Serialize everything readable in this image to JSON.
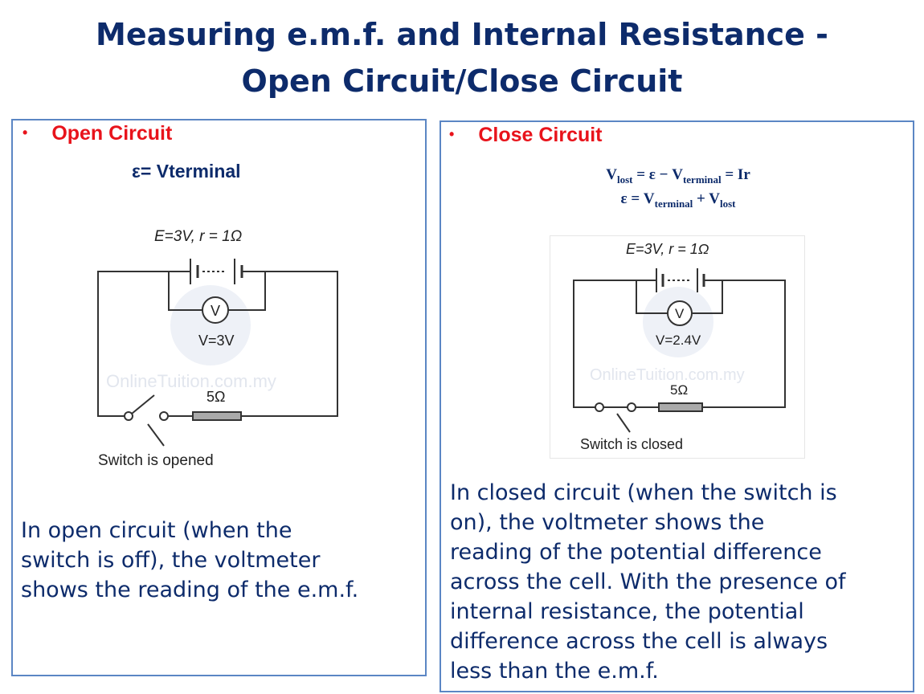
{
  "title": {
    "line1": "Measuring e.m.f. and Internal Resistance -",
    "line2": "Open Circuit/Close Circuit"
  },
  "left": {
    "bullet_symbol": "•",
    "heading": "Open Circuit",
    "formula": "ε= Vterminal",
    "circuit": {
      "source_label": "E=3V, r = 1Ω",
      "voltmeter_symbol": "V",
      "voltmeter_reading": "V=3V",
      "resistor_label": "5Ω",
      "switch_label": "Switch is opened",
      "watermark": "OnlineTuition.com.my"
    },
    "text_lines": [
      "In open circuit (when the",
      "switch is off), the voltmeter",
      "shows the reading of the e.m.f."
    ]
  },
  "right": {
    "bullet_symbol": "•",
    "heading": "Close Circuit",
    "formula": {
      "l1_a": "V",
      "l1_a_sub": "lost",
      "l1_b": " = ε − V",
      "l1_b_sub": "terminal",
      "l1_c": " = Ir",
      "l2_a": "ε = V",
      "l2_a_sub": "terminal",
      "l2_b": " + V",
      "l2_b_sub": "lost"
    },
    "circuit": {
      "source_label": "E=3V, r = 1Ω",
      "voltmeter_symbol": "V",
      "voltmeter_reading": "V=2.4V",
      "resistor_label": "5Ω",
      "switch_label": "Switch is closed",
      "watermark": "OnlineTuition.com.my"
    },
    "text_lines": [
      "In closed circuit (when the switch is",
      "on), the voltmeter shows the",
      "reading of the potential difference",
      "across the cell. With the presence of",
      "internal resistance, the potential",
      "difference across the cell is always",
      "less than the e.m.f."
    ]
  },
  "colors": {
    "title": "#0d2b6b",
    "heading": "#e8131b",
    "panel_border": "#5b86c4",
    "body_text": "#0d2b6b"
  }
}
